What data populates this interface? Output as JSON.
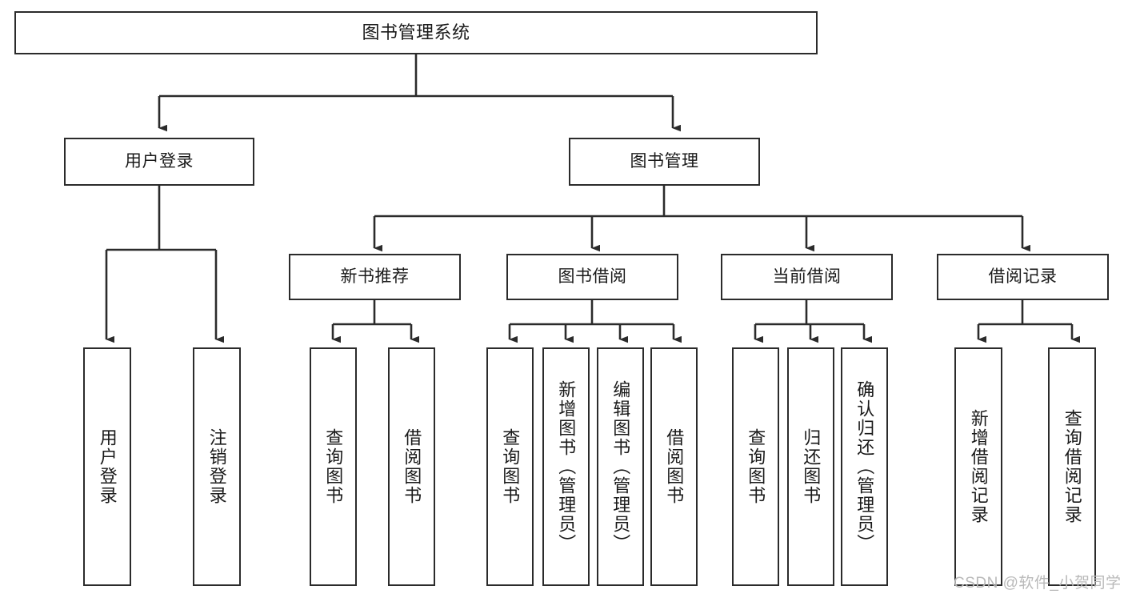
{
  "diagram": {
    "title": "图书管理系统",
    "type": "tree-hierarchy-chart",
    "orientation": "top-down",
    "style": {
      "box_border_color": "#2b2b2b",
      "box_fill_color": "#ffffff",
      "connector_color": "#2b2b2b",
      "text_color": "#1a1a1a",
      "background_color": "#ffffff",
      "watermark_color": "#b9b9b9"
    },
    "nodes": {
      "root": {
        "label": "图书管理系统"
      },
      "level2": [
        {
          "id": "user-login",
          "label": "用户登录"
        },
        {
          "id": "book-manage",
          "label": "图书管理"
        }
      ],
      "level3": [
        {
          "id": "new-book-recommend",
          "label": "新书推荐"
        },
        {
          "id": "book-borrow",
          "label": "图书借阅"
        },
        {
          "id": "current-borrow",
          "label": "当前借阅"
        },
        {
          "id": "borrow-record",
          "label": "借阅记录"
        }
      ],
      "leaves": [
        {
          "id": "leaf-user-login",
          "label": "用户登录",
          "parent": "user-login"
        },
        {
          "id": "leaf-logout-login",
          "label": "注销登录",
          "parent": "user-login"
        },
        {
          "id": "leaf-query-book-1",
          "label": "查询图书",
          "parent": "new-book-recommend"
        },
        {
          "id": "leaf-borrow-book-1",
          "label": "借阅图书",
          "parent": "new-book-recommend"
        },
        {
          "id": "leaf-query-book-2",
          "label": "查询图书",
          "parent": "book-borrow"
        },
        {
          "id": "leaf-add-book",
          "label": "新增图书（管理员）",
          "parent": "book-borrow"
        },
        {
          "id": "leaf-edit-book",
          "label": "编辑图书（管理员）",
          "parent": "book-borrow"
        },
        {
          "id": "leaf-borrow-book-2",
          "label": "借阅图书",
          "parent": "book-borrow"
        },
        {
          "id": "leaf-query-book-3",
          "label": "查询图书",
          "parent": "current-borrow"
        },
        {
          "id": "leaf-return-book",
          "label": "归还图书",
          "parent": "current-borrow"
        },
        {
          "id": "leaf-confirm-return",
          "label": "确认归还（管理员）",
          "parent": "current-borrow"
        },
        {
          "id": "leaf-add-record",
          "label": "新增借阅记录",
          "parent": "borrow-record"
        },
        {
          "id": "leaf-query-record",
          "label": "查询借阅记录",
          "parent": "borrow-record"
        }
      ]
    },
    "watermark": "CSDN @软件_小贺同学"
  }
}
